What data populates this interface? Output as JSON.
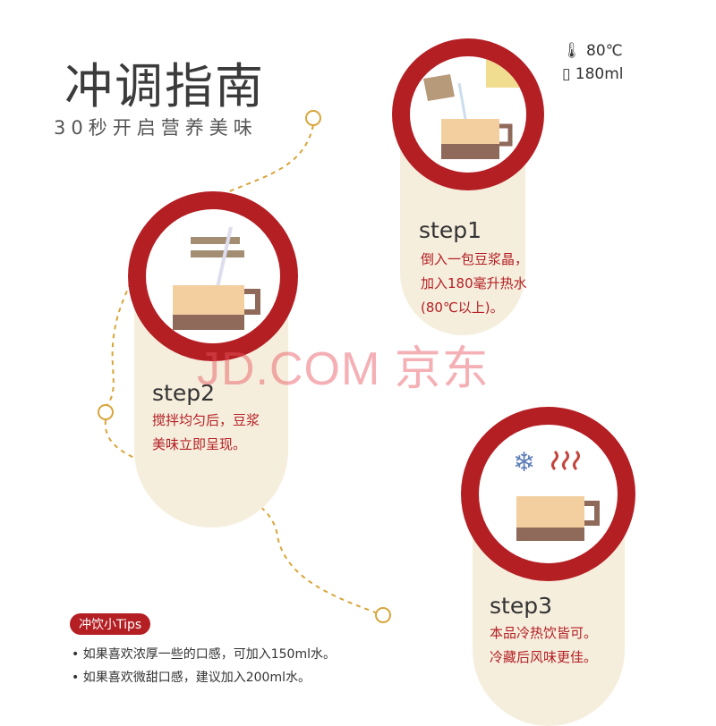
{
  "header": {
    "title": "冲调指南",
    "subtitle": "30秒开启营养美味"
  },
  "spec": {
    "temperature": "80℃",
    "volume": "180ml",
    "temperature_icon": "thermometer-icon",
    "volume_icon": "measuring-cup-icon"
  },
  "steps": [
    {
      "label": "step1",
      "lines": [
        "倒入一包豆浆晶，",
        "加入180毫升热水",
        "(80℃以上)。"
      ]
    },
    {
      "label": "step2",
      "lines": [
        "搅拌均匀后，豆浆",
        "美味立即呈现。"
      ]
    },
    {
      "label": "step3",
      "lines": [
        "本品冷热饮皆可。",
        "冷藏后风味更佳。"
      ]
    }
  ],
  "watermark": "JD.COM 京东",
  "tips": {
    "badge": "冲饮小Tips",
    "items": [
      "如果喜欢浓厚一些的口感，可加入150ml水。",
      "如果喜欢微甜口感，建议加入200ml水。"
    ]
  },
  "colors": {
    "accent": "#b41f24",
    "cream": "#f6eedd",
    "gold": "#d8a53a"
  }
}
